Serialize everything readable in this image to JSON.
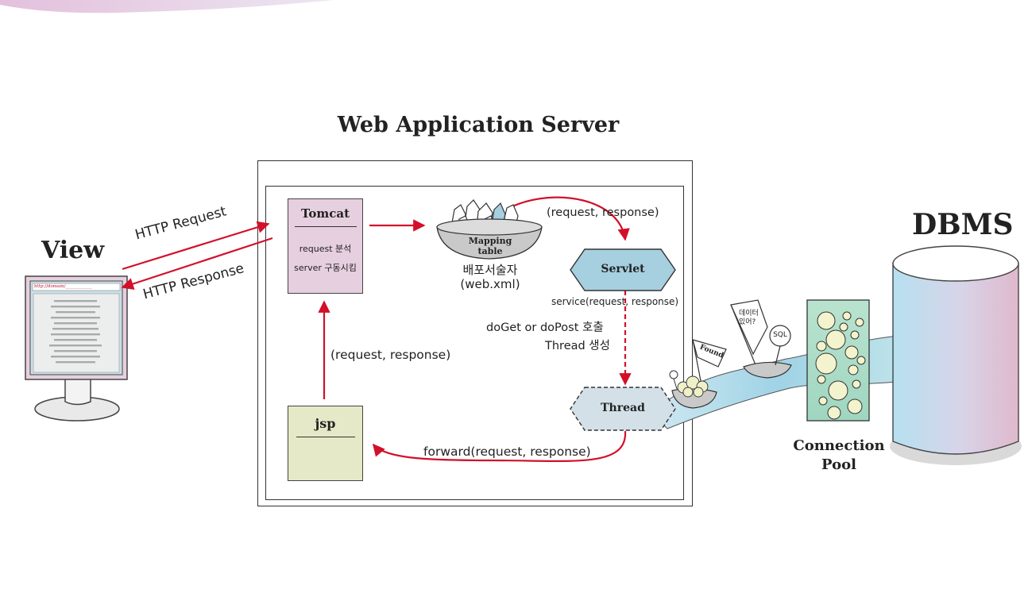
{
  "title": "Web Application Server",
  "view": {
    "label": "View",
    "url": "http://domain/____________"
  },
  "dbms": {
    "label": "DBMS"
  },
  "http": {
    "request": "HTTP Request",
    "response": "HTTP Response"
  },
  "tomcat": {
    "title": "Tomcat",
    "line1": "request 분석",
    "line2": "server 구동시킴"
  },
  "mapping": {
    "line1": "Mapping",
    "line2": "table",
    "caption1": "배포서술자",
    "caption2": "(web.xml)"
  },
  "servlet": {
    "label": "Servlet"
  },
  "thread": {
    "label": "Thread"
  },
  "jsp": {
    "title": "jsp"
  },
  "labels": {
    "req_resp_top": "(request, response)",
    "service": "service(request, response)",
    "doget": "doGet or doPost 호출",
    "thread_create": "Thread 생성",
    "req_resp_left": "(request, response)",
    "forward": "forward(request, response)"
  },
  "bubbles": {
    "data_q": "데이터\n있어?",
    "sql": "SQL",
    "found": "Found"
  },
  "pool": {
    "line1": "Connection",
    "line2": "Pool"
  },
  "colors": {
    "arrow": "#d2102a",
    "servlet": "#a6cfe0",
    "thread": "#d3e0e8",
    "tomcat": "#e6cfdf",
    "jsp": "#e6e9c7",
    "pool": "#a8dcc4"
  }
}
